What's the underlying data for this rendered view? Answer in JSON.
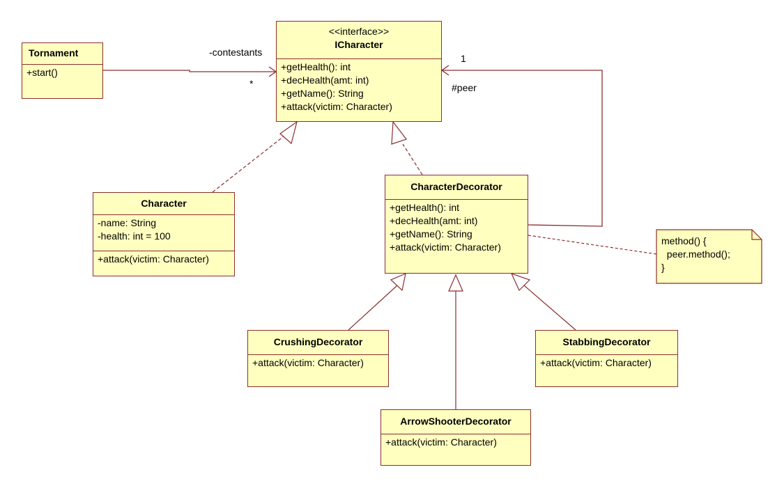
{
  "classes": {
    "tornament": {
      "name": "Tornament",
      "operations": [
        "+start()"
      ]
    },
    "icharacter": {
      "stereotype": "<<interface>>",
      "name": "ICharacter",
      "operations": [
        "+getHealth(): int",
        "+decHealth(amt: int)",
        "+getName(): String",
        "+attack(victim: Character)"
      ]
    },
    "character": {
      "name": "Character",
      "attributes": [
        "-name: String",
        "-health: int = 100"
      ],
      "operations": [
        "+attack(victim: Character)"
      ]
    },
    "character_decorator": {
      "name": "CharacterDecorator",
      "operations": [
        "+getHealth(): int",
        "+decHealth(amt: int)",
        "+getName(): String",
        "+attack(victim: Character)"
      ]
    },
    "crushing_decorator": {
      "name": "CrushingDecorator",
      "operations": [
        "+attack(victim: Character)"
      ]
    },
    "stabbing_decorator": {
      "name": "StabbingDecorator",
      "operations": [
        "+attack(victim: Character)"
      ]
    },
    "arrow_shooter_decorator": {
      "name": "ArrowShooterDecorator",
      "operations": [
        "+attack(victim: Character)"
      ]
    }
  },
  "note": {
    "lines": [
      "method() {",
      "  peer.method();",
      "}"
    ]
  },
  "associations": {
    "contestants": {
      "role": "-contestants",
      "multiplicity": "*"
    },
    "peer": {
      "role": "#peer",
      "multiplicity": "1"
    }
  },
  "colors": {
    "line": "#8b2e2e",
    "fill": "#ffffc0",
    "background": "#ffffff"
  }
}
